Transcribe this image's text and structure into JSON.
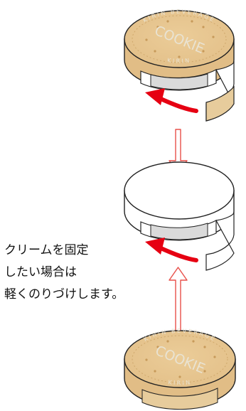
{
  "caption": {
    "line1": "クリームを固定",
    "line2": "したい場合は",
    "line3": "軽くのりづけします。"
  },
  "cookie_top": {
    "center_word": "COOKIE",
    "rim_top": "KIRIN BEVERAGE",
    "rim_bottom": "KIRIN"
  },
  "cookie_bottom": {
    "center_word": "COOKIE",
    "rim_top": "KIRIN BEVERAGE",
    "rim_bottom": "KIRIN"
  },
  "colors": {
    "cookie": "#e8c893",
    "cookie_edge": "#d9b67b",
    "cream_band": "#dcdcdc",
    "strip": "#e7cc9c",
    "red_arrow": "#e60012",
    "outline_arrow": "#e8504a"
  },
  "icons": {
    "rotate_arrow": "curved-red-arrow",
    "flow_arrow": "hollow-down-arrow",
    "flow_arrow_up": "hollow-up-arrow"
  }
}
